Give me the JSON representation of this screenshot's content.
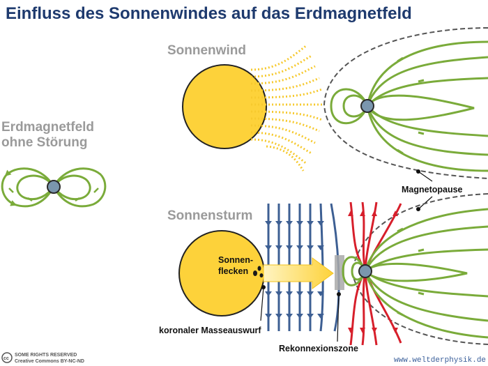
{
  "title": "Einfluss des Sonnenwindes auf das Erdmagnetfeld",
  "panels": {
    "undisturbed_heading_line1": "Erdmagnetfeld",
    "undisturbed_heading_line2": "ohne Störung",
    "solar_wind_heading": "Sonnenwind",
    "solar_storm_heading": "Sonnensturm"
  },
  "labels": {
    "magnetopause": "Magnetopause",
    "sunspots_line1": "Sonnen-",
    "sunspots_line2": "flecken",
    "cme": "koronaler Masseauswurf",
    "reconnection": "Rekonnexionszone"
  },
  "footer": {
    "license_line1": "SOME RIGHTS RESERVED",
    "license_line2": "Creative Commons BY-NC-ND",
    "cc_badge": "cc",
    "website": "www.weltderphysik.de"
  },
  "colors": {
    "title": "#1e3a6e",
    "sun": "#fdd23a",
    "field_line": "#7aab3a",
    "earth": "#7a96ae",
    "solar_wind_dots": "#f6c92e",
    "storm_lines": "#3d5f93",
    "reconnection_red": "#d71f2b",
    "magnetopause": "#555555"
  }
}
